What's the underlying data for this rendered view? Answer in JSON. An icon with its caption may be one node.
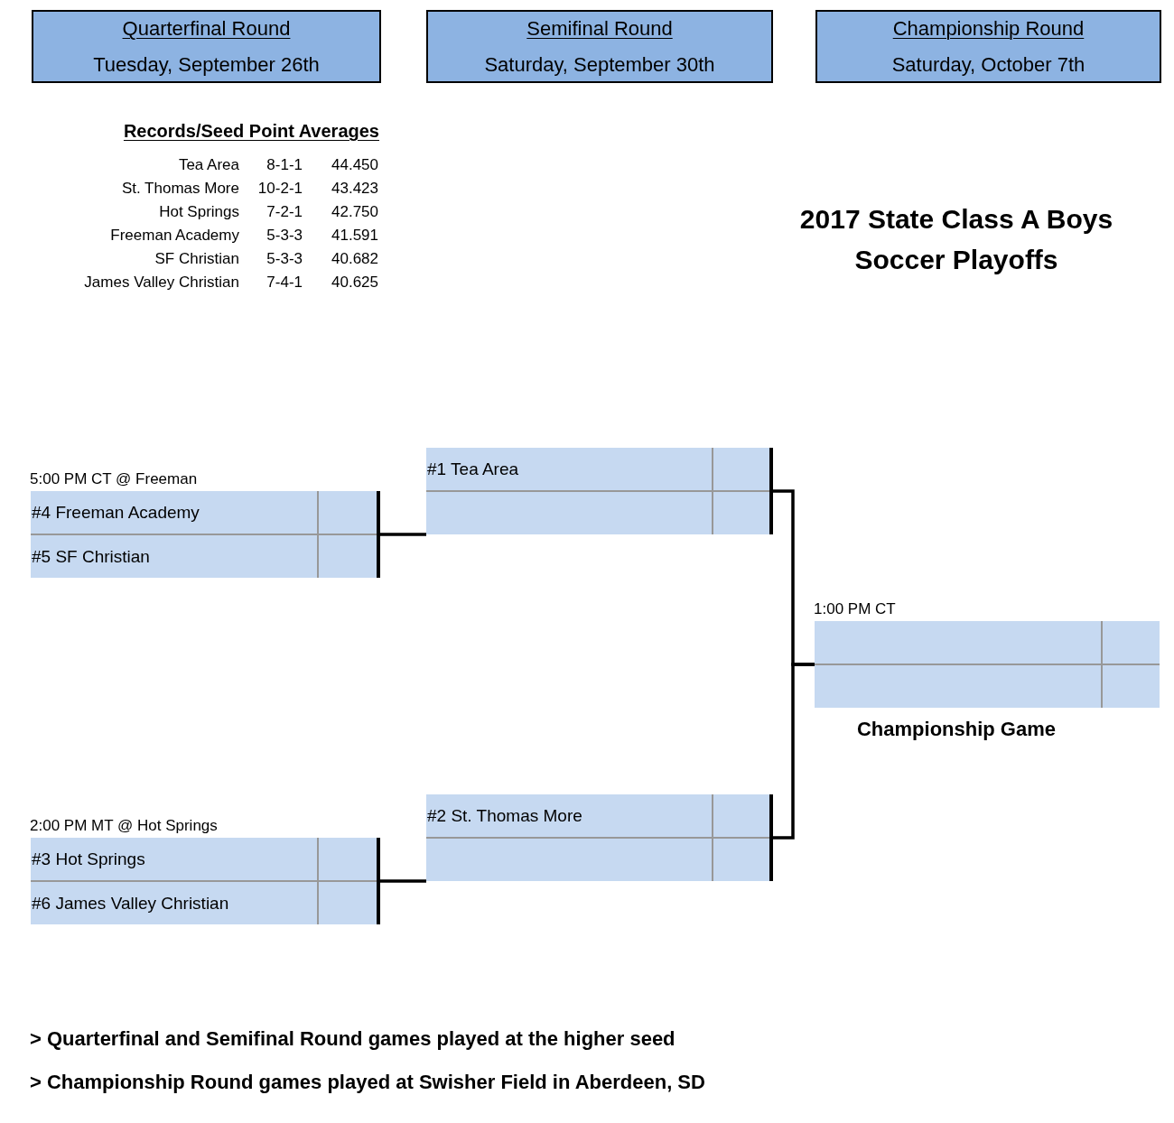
{
  "diagram": {
    "title": "2017 State Class A Boys Soccer Playoffs",
    "nodes": [
      {
        "text": [
          "Quarterfinal Round",
          "Tuesday, September 26th"
        ]
      },
      {
        "text": [
          "Semifinal Round",
          "Saturday, September 30th"
        ]
      },
      {
        "text": [
          "Championship Round",
          "Saturday, October 7th"
        ]
      },
      {
        "text": [],
        "shape": "box",
        "beside": [
          "5:00 PM CT @ Freeman"
        ]
      },
      {
        "text": [
          "#4 Freeman Academy"
        ],
        "in": 3
      },
      {
        "text": [
          "#5 SF Christian"
        ],
        "in": 3
      },
      {
        "text": [],
        "shape": "box",
        "beside": [
          "2:00 PM MT @ Hot Springs"
        ]
      },
      {
        "text": [
          "#3 Hot Springs"
        ],
        "in": 6
      },
      {
        "text": [
          "#6 James Valley Christian"
        ],
        "in": 6
      },
      {
        "text": [],
        "shape": "box"
      },
      {
        "text": [
          "#1 Tea Area"
        ],
        "in": 9
      },
      {
        "text": [],
        "shape": "box",
        "in": 9
      },
      {
        "text": [],
        "shape": "box"
      },
      {
        "text": [
          "#2 St. Thomas More"
        ],
        "in": 12
      },
      {
        "text": [],
        "shape": "box",
        "in": 12
      },
      {
        "text": [],
        "shape": "box",
        "beside": [
          "1:00 PM CT",
          "Championship Game"
        ]
      },
      {
        "text": [],
        "shape": "box",
        "in": 15
      },
      {
        "text": [],
        "shape": "box",
        "in": 15
      }
    ],
    "edges": [
      {
        "from": 3,
        "to": 9,
        "arrow": "none"
      },
      {
        "from": 6,
        "to": 12,
        "arrow": "none"
      },
      {
        "from": 9,
        "to": 15,
        "arrow": "none"
      },
      {
        "from": 12,
        "to": 15,
        "arrow": "none"
      }
    ],
    "labels": [
      "Records/Seed Point Averages",
      "Tea Area",
      "8-1-1",
      "44.450",
      "St. Thomas More",
      "10-2-1",
      "43.423",
      "Hot Springs",
      "7-2-1",
      "42.750",
      "Freeman Academy",
      "5-3-3",
      "41.591",
      "SF Christian",
      "5-3-3",
      "40.682",
      "James Valley Christian",
      "7-4-1",
      "40.625",
      "> Quarterfinal and Semifinal Round games played at the higher seed",
      "> Championship Round games played at Swisher Field in Aberdeen, SD"
    ]
  }
}
